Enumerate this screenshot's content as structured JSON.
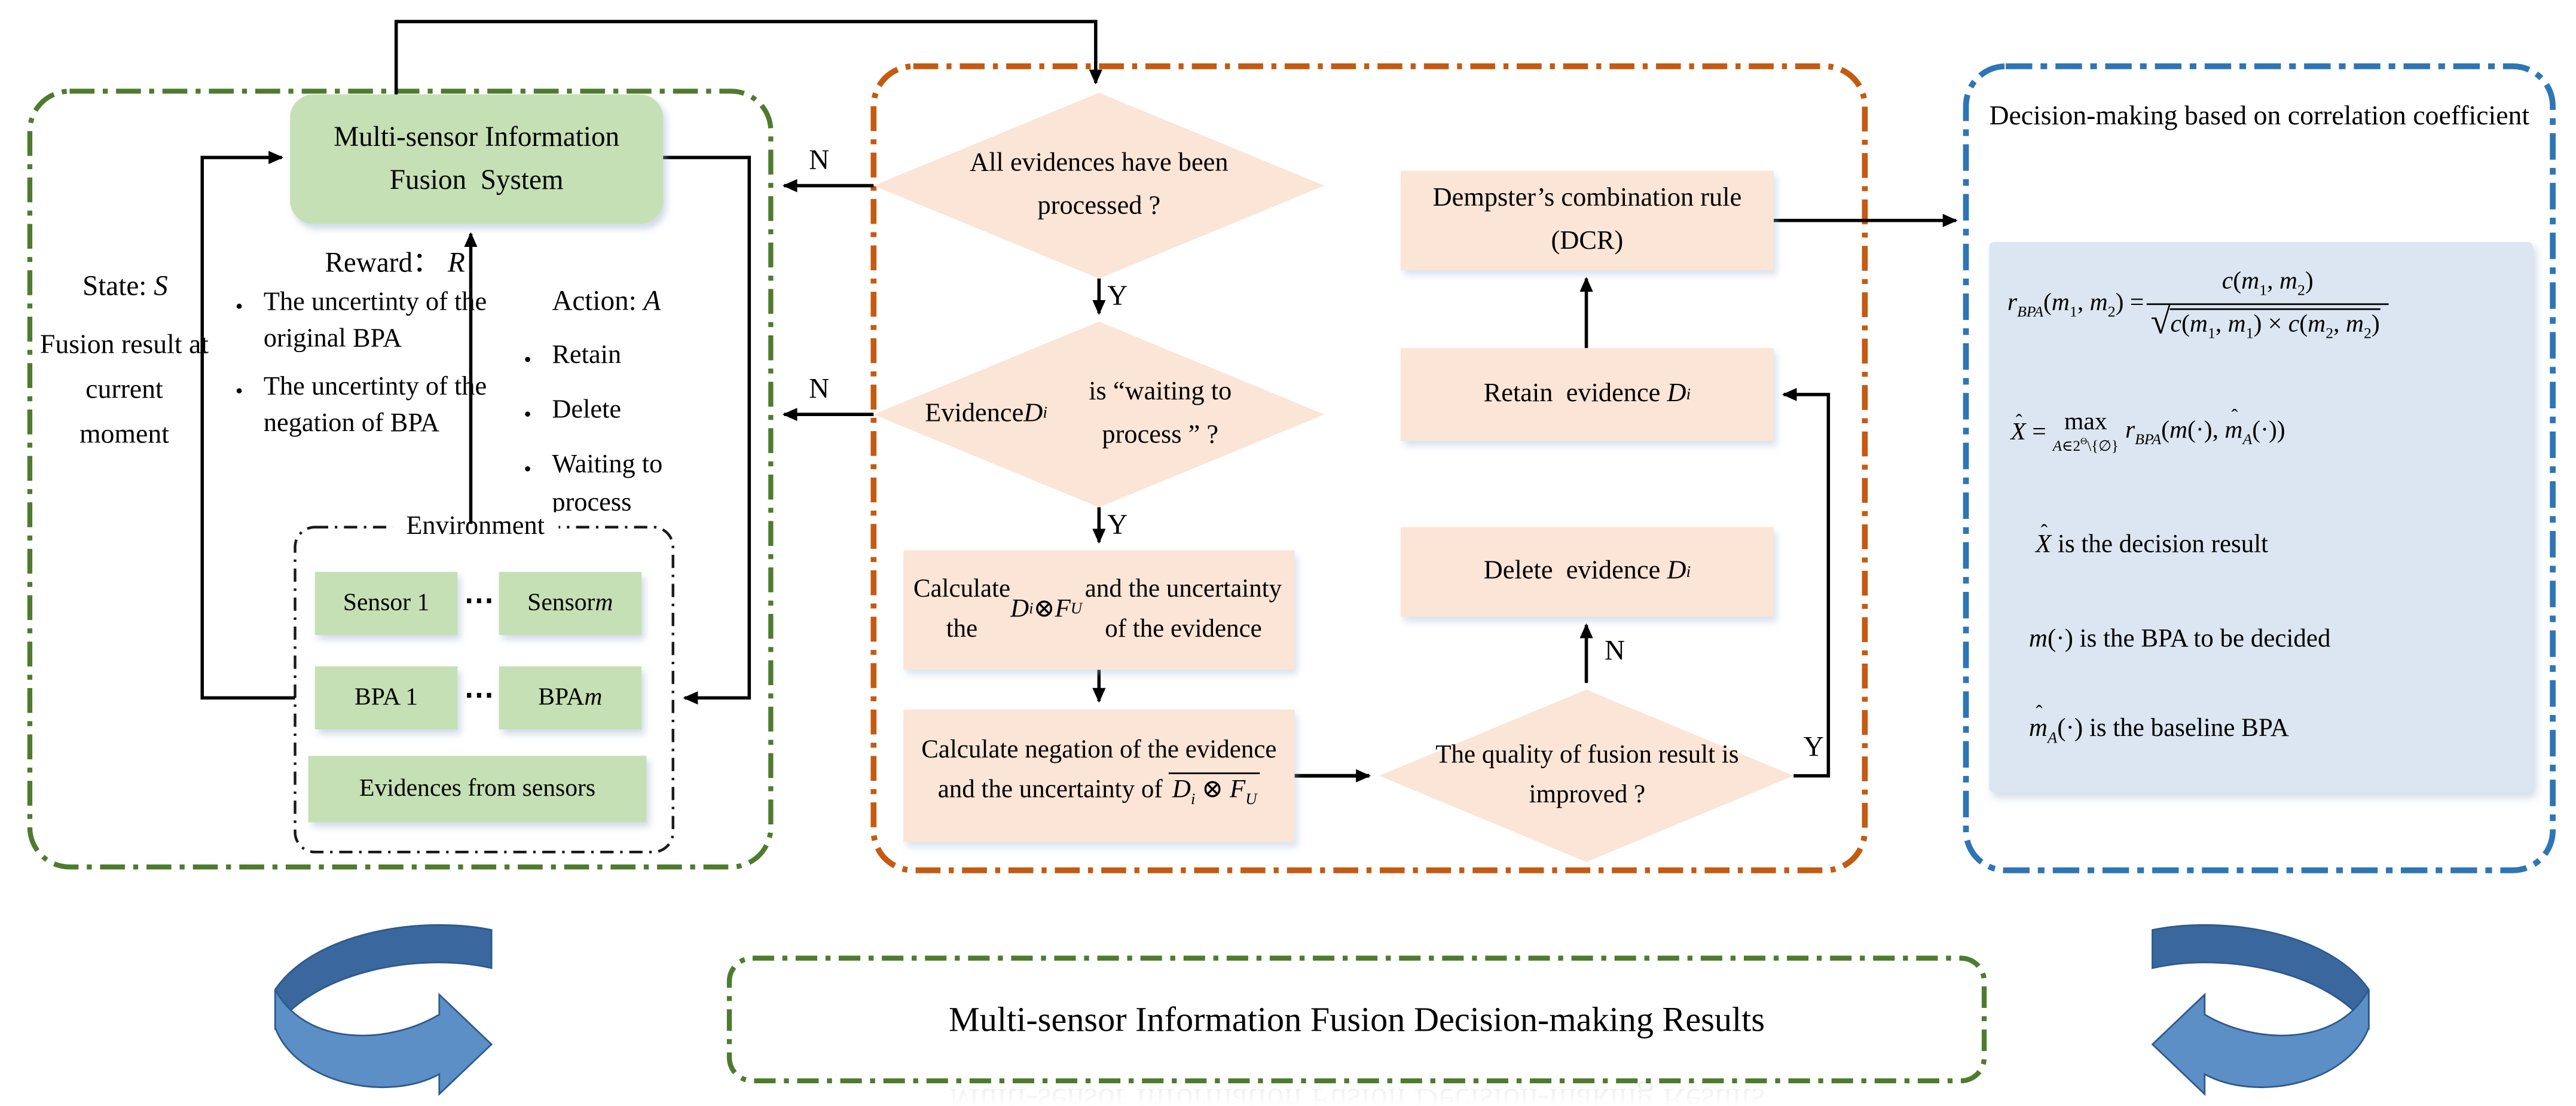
{
  "colors": {
    "green_border": "#4e7b2e",
    "orange_border": "#c55a11",
    "blue_border": "#2e75b6",
    "green_fill": "#c5e0b4",
    "peach_fill": "#fbe5d6",
    "blue_fill": "#dbe6f2"
  },
  "left_panel": {
    "agent_box": "Multi-sensor Information\nFusion  System",
    "state_label": [
      [
        "n",
        "State: "
      ],
      [
        "i",
        "S"
      ]
    ],
    "state_desc": "Fusion result at current moment",
    "reward_label": [
      [
        "n",
        "Reward： "
      ],
      [
        "i",
        "R"
      ]
    ],
    "bullet": "•",
    "reward_items": [
      "The uncertinty of the original BPA",
      "The uncertinty of the  negation of BPA"
    ],
    "action_label": [
      [
        "n",
        "Action: "
      ],
      [
        "i",
        "A"
      ]
    ],
    "action_items": [
      "Retain",
      "Delete",
      "Waiting to process"
    ],
    "environment": {
      "label": "Environment",
      "sensor_left": "Sensor 1",
      "sensor_right": [
        [
          "n",
          "Sensor "
        ],
        [
          "i",
          "m"
        ]
      ],
      "dots": "⋯",
      "bpa_left": "BPA 1",
      "bpa_right": [
        [
          "n",
          "BPA "
        ],
        [
          "i",
          "m"
        ]
      ],
      "evidence_label": "Evidences from sensors"
    }
  },
  "middle_panel": {
    "diamond_all_processed": "All evidences have been processed ?",
    "diamond_waiting": [
      [
        "n",
        "Evidence "
      ],
      [
        "i",
        "D"
      ],
      [
        "subi",
        "i"
      ],
      [
        "n",
        " is “waiting to process ”  ?"
      ]
    ],
    "calc_fusion": [
      [
        "n",
        "Calculate the "
      ],
      [
        "i",
        "D"
      ],
      [
        "subi",
        "i"
      ],
      [
        "n",
        " ⊗ "
      ],
      [
        "i",
        "F"
      ],
      [
        "subi",
        "U"
      ],
      [
        "n",
        " and the uncertainty of the evidence"
      ]
    ],
    "calc_negation_prefix": "Calculate negation of the evidence and the uncertainty of ",
    "negation_expr": [
      [
        "i",
        "D"
      ],
      [
        "subi",
        "i"
      ],
      [
        "n",
        " ⊗ "
      ],
      [
        "i",
        "F"
      ],
      [
        "subi",
        "U"
      ]
    ],
    "diamond_quality": "The quality of fusion result is improved ?",
    "dcr_box": "Dempster’s combination rule (DCR)",
    "retain_box": [
      [
        "n",
        "Retain  evidence "
      ],
      [
        "i",
        "D"
      ],
      [
        "subi",
        "i"
      ]
    ],
    "delete_box": [
      [
        "n",
        "Delete  evidence "
      ],
      [
        "i",
        "D"
      ],
      [
        "subi",
        "i"
      ]
    ],
    "label_y": "Y",
    "label_n": "N"
  },
  "right_panel": {
    "title": "Decision-making based on correlation coefficient",
    "f1_lhs": [
      [
        "i",
        "r"
      ],
      [
        "subi",
        "BPA"
      ],
      [
        "n",
        "("
      ],
      [
        "i",
        "m"
      ],
      [
        "sub",
        "1"
      ],
      [
        "n",
        ", "
      ],
      [
        "i",
        "m"
      ],
      [
        "sub",
        "2"
      ],
      [
        "n",
        ") = "
      ]
    ],
    "f1_num": [
      [
        "i",
        "c"
      ],
      [
        "n",
        "("
      ],
      [
        "i",
        "m"
      ],
      [
        "sub",
        "1"
      ],
      [
        "n",
        ", "
      ],
      [
        "i",
        "m"
      ],
      [
        "sub",
        "2"
      ],
      [
        "n",
        ")"
      ]
    ],
    "f1_sqrt": "√",
    "f1_den": [
      [
        "i",
        "c"
      ],
      [
        "n",
        "("
      ],
      [
        "i",
        "m"
      ],
      [
        "sub",
        "1"
      ],
      [
        "n",
        ", "
      ],
      [
        "i",
        "m"
      ],
      [
        "sub",
        "1"
      ],
      [
        "n",
        ") × "
      ],
      [
        "i",
        "c"
      ],
      [
        "n",
        "("
      ],
      [
        "i",
        "m"
      ],
      [
        "sub",
        "2"
      ],
      [
        "n",
        ", "
      ],
      [
        "i",
        "m"
      ],
      [
        "sub",
        "2"
      ],
      [
        "n",
        ")"
      ]
    ],
    "f2_lhs": [
      [
        "hat",
        "X",
        "ˆ"
      ],
      [
        "n",
        " = "
      ]
    ],
    "f2_max": "max",
    "f2_max_sub": [
      [
        "i",
        "A"
      ],
      [
        "n",
        "∈2"
      ],
      [
        "sup",
        "Θ"
      ],
      [
        "n",
        "\\{∅}"
      ]
    ],
    "f2_rhs": [
      [
        "i",
        "r"
      ],
      [
        "subi",
        "BPA"
      ],
      [
        "n",
        "("
      ],
      [
        "i",
        "m"
      ],
      [
        "n",
        "(·), "
      ],
      [
        "hati",
        "m",
        "ˆ"
      ],
      [
        "subi",
        "A"
      ],
      [
        "n",
        "(·))"
      ]
    ],
    "note_decision": [
      [
        "hat",
        "X",
        "ˆ"
      ],
      [
        "n",
        "  is the decision result"
      ]
    ],
    "note_bpa": [
      [
        "i",
        "m"
      ],
      [
        "n",
        "(·) is the BPA to be decided"
      ]
    ],
    "note_baseline": [
      [
        "hati",
        "m",
        "ˆ"
      ],
      [
        "subi",
        "A"
      ],
      [
        "n",
        "(·) is the baseline BPA"
      ]
    ]
  },
  "bottom": {
    "results_box": "Multi-sensor Information Fusion Decision-making Results"
  }
}
